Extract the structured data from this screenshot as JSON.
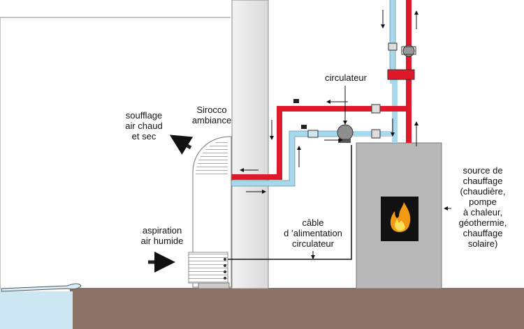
{
  "labels": {
    "circulateur": "circulateur",
    "sirocco_line1": "Sirocco",
    "sirocco_line2": "ambiance",
    "soufflage_line1": "soufflage",
    "soufflage_line2": "air chaud",
    "soufflage_line3": "et sec",
    "aspiration_line1": "aspiration",
    "aspiration_line2": "air humide",
    "cable_line1": "câble",
    "cable_line2": "d ’alimentation",
    "cable_line3": "circulateur",
    "source_line1": "source de",
    "source_line2": "chauffage",
    "source_line3": "(chaudière,",
    "source_line4": "pompe",
    "source_line5": "à chaleur,",
    "source_line6": "géothermie,",
    "source_line7": "chauffage",
    "source_line8": "solaire)"
  },
  "colors": {
    "hot_pipe": "#e0192a",
    "cold_pipe": "#a8d8ec",
    "ground": "#8a7366",
    "boiler": "#b8b8b8",
    "wall": "#e3e3e3",
    "water": "#cce6f2"
  }
}
